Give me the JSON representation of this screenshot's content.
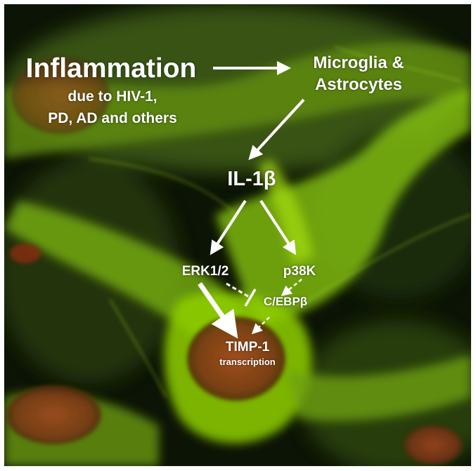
{
  "diagram": {
    "inflammation": {
      "title": "Inflammation",
      "subtitle_line1": "due to HIV-1,",
      "subtitle_line2": "PD, AD and others"
    },
    "glia": {
      "line1": "Microglia &",
      "line2": "Astrocytes"
    },
    "il1b": "IL-1β",
    "erk": "ERK1/2",
    "p38k": "p38K",
    "cebpb": "C/EBPβ",
    "timp1": {
      "name": "TIMP-1",
      "note": "transcription"
    }
  },
  "colors": {
    "text": "#ffffff",
    "arrows": "#ffffff",
    "cell_green": "#8fd000",
    "nucleus": "#9a3a18",
    "background": "#0b1204"
  }
}
